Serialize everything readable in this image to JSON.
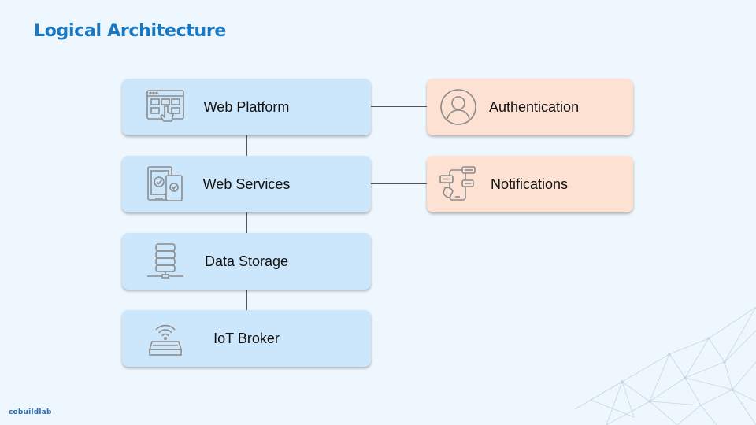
{
  "slide": {
    "title": "Logical Architecture"
  },
  "diagram": {
    "core_components": [
      {
        "label": "Web Platform",
        "icon": "web-dashboard-icon"
      },
      {
        "label": "Web Services",
        "icon": "devices-check-icon"
      },
      {
        "label": "Data Storage",
        "icon": "database-server-icon"
      },
      {
        "label": "IoT Broker",
        "icon": "wifi-router-icon"
      }
    ],
    "side_components": [
      {
        "label": "Authentication",
        "icon": "user-profile-icon"
      },
      {
        "label": "Notifications",
        "icon": "phone-messages-icon"
      }
    ],
    "colors": {
      "core_fill": "#cce6fb",
      "side_fill": "#fde1d3",
      "title": "#1a78c2",
      "icon_stroke": "#8c8c8c",
      "connector": "#555555"
    }
  },
  "footer": {
    "brand": "cobuildlab"
  }
}
